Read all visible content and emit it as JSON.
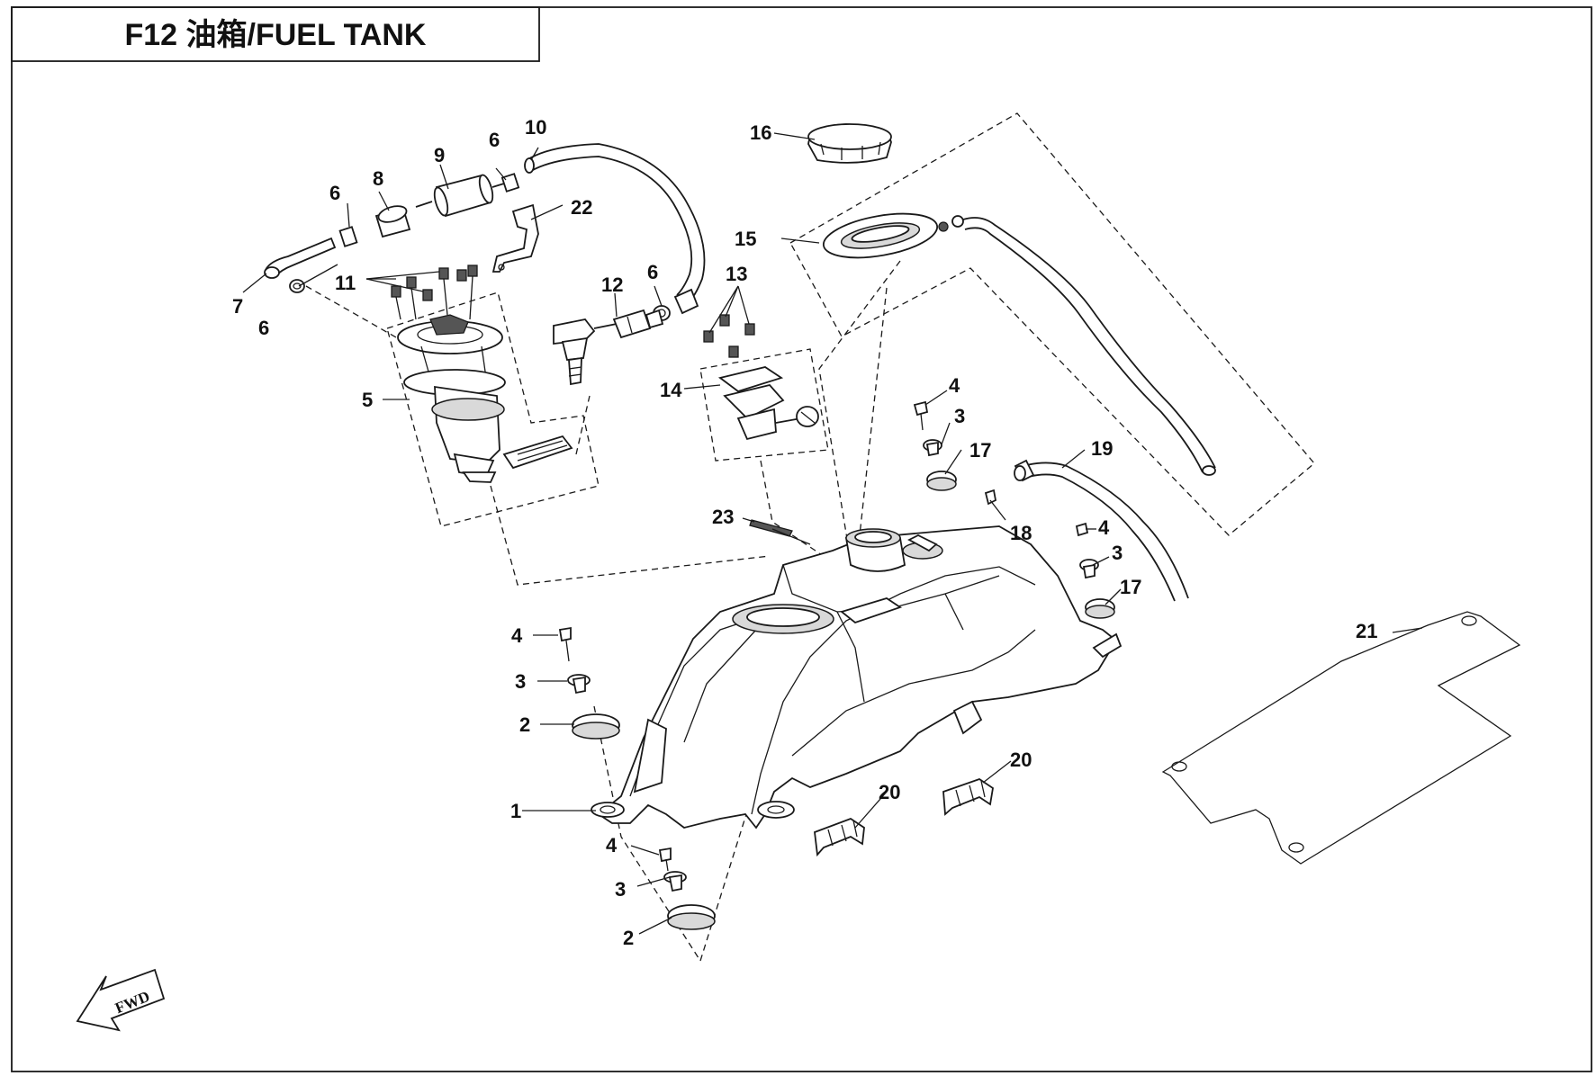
{
  "title": "F12 油箱/FUEL TANK",
  "fwd_label": "FWD",
  "part_labels": [
    {
      "id": "l1",
      "text": "1"
    },
    {
      "id": "l2a",
      "text": "2"
    },
    {
      "id": "l2b",
      "text": "2"
    },
    {
      "id": "l3a",
      "text": "3"
    },
    {
      "id": "l3b",
      "text": "3"
    },
    {
      "id": "l3c",
      "text": "3"
    },
    {
      "id": "l3d",
      "text": "3"
    },
    {
      "id": "l4a",
      "text": "4"
    },
    {
      "id": "l4b",
      "text": "4"
    },
    {
      "id": "l4c",
      "text": "4"
    },
    {
      "id": "l4d",
      "text": "4"
    },
    {
      "id": "l5",
      "text": "5"
    },
    {
      "id": "l6a",
      "text": "6"
    },
    {
      "id": "l6b",
      "text": "6"
    },
    {
      "id": "l6c",
      "text": "6"
    },
    {
      "id": "l6d",
      "text": "6"
    },
    {
      "id": "l7",
      "text": "7"
    },
    {
      "id": "l8",
      "text": "8"
    },
    {
      "id": "l9",
      "text": "9"
    },
    {
      "id": "l10",
      "text": "10"
    },
    {
      "id": "l11",
      "text": "11"
    },
    {
      "id": "l12",
      "text": "12"
    },
    {
      "id": "l13",
      "text": "13"
    },
    {
      "id": "l14",
      "text": "14"
    },
    {
      "id": "l15",
      "text": "15"
    },
    {
      "id": "l16",
      "text": "16"
    },
    {
      "id": "l17a",
      "text": "17"
    },
    {
      "id": "l17b",
      "text": "17"
    },
    {
      "id": "l18",
      "text": "18"
    },
    {
      "id": "l19",
      "text": "19"
    },
    {
      "id": "l20a",
      "text": "20"
    },
    {
      "id": "l20b",
      "text": "20"
    },
    {
      "id": "l21",
      "text": "21"
    },
    {
      "id": "l22",
      "text": "22"
    },
    {
      "id": "l23",
      "text": "23"
    }
  ]
}
